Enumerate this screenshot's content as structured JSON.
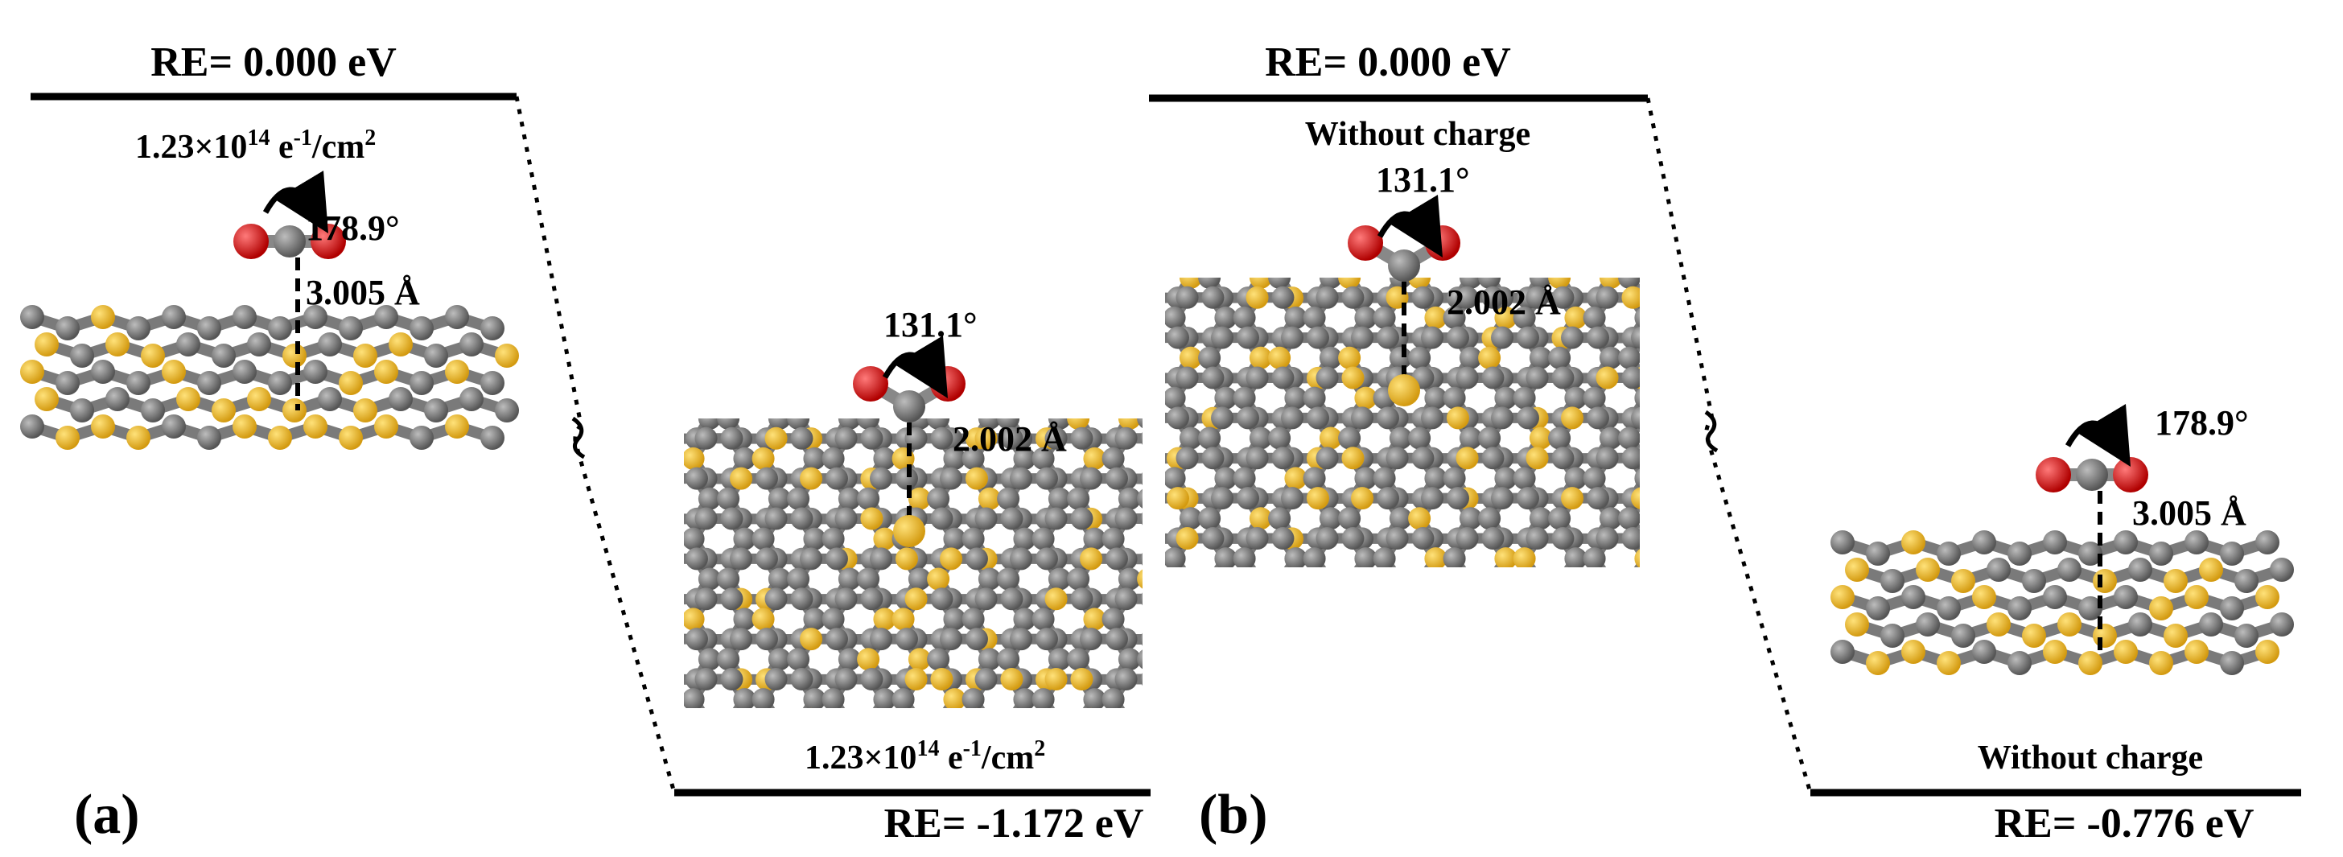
{
  "panels": [
    {
      "id": "a",
      "letter": "(a)",
      "top_energy": "RE= 0.000 eV",
      "bottom_energy": "RE= -1.172 eV",
      "initial": {
        "condition": {
          "base": "1.23×10",
          "exp": "14",
          "rest_base": " e",
          "rest_exp": "-1",
          "tail": "/cm",
          "tail_exp": "2"
        },
        "angle": "178.9°",
        "distance": "3.005 Å"
      },
      "final": {
        "condition": {
          "base": "1.23×10",
          "exp": "14",
          "rest_base": " e",
          "rest_exp": "-1",
          "tail": "/cm",
          "tail_exp": "2"
        },
        "angle": "131.1°",
        "distance": "2.002 Å"
      }
    },
    {
      "id": "b",
      "letter": "(b)",
      "top_energy": "RE= 0.000 eV",
      "bottom_energy": "RE= -0.776 eV",
      "initial": {
        "condition_text": "Without charge",
        "angle": "131.1°",
        "distance": "2.002 Å"
      },
      "final": {
        "condition_text": "Without charge",
        "angle": "178.9°",
        "distance": "3.005 Å"
      }
    }
  ],
  "colors": {
    "carbon": "#6e6e6e",
    "carbon_light": "#9a9a9a",
    "sulfur": "#f0c030",
    "oxygen": "#e01010",
    "line": "#000000"
  }
}
